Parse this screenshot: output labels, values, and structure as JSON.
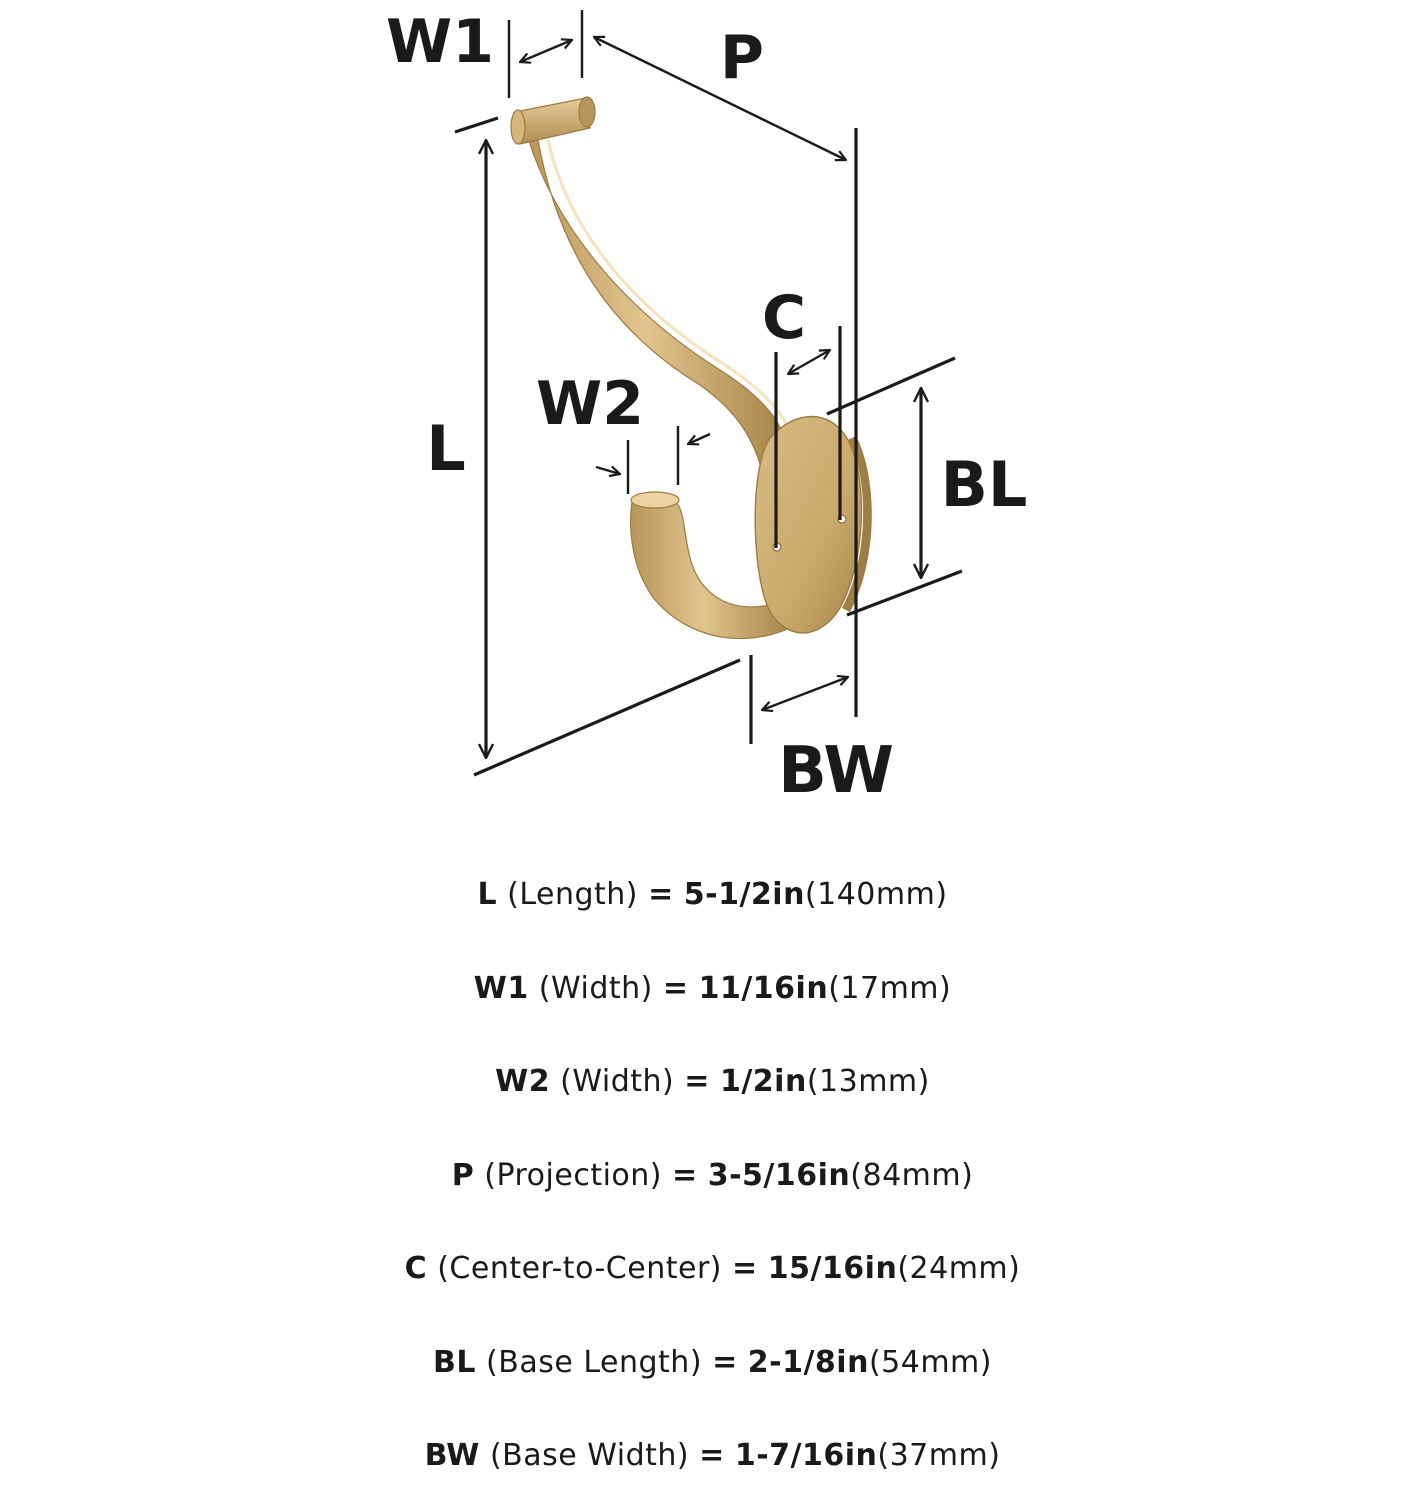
{
  "diagram": {
    "product": "coat-hook",
    "finish_color": "#c9a96b",
    "labels": {
      "w1": "W1",
      "p": "P",
      "c": "C",
      "w2": "W2",
      "l": "L",
      "bl": "BL",
      "bw": "BW"
    }
  },
  "specs": [
    {
      "code": "L",
      "name": "(Length)",
      "eq": "=",
      "inches": "5-1/2in",
      "mm": "(140mm)"
    },
    {
      "code": "W1",
      "name": "(Width)",
      "eq": "=",
      "inches": "11/16in",
      "mm": "(17mm)"
    },
    {
      "code": "W2",
      "name": "(Width)",
      "eq": "=",
      "inches": "1/2in",
      "mm": "(13mm)"
    },
    {
      "code": "P",
      "name": "(Projection)",
      "eq": "=",
      "inches": "3-5/16in",
      "mm": "(84mm)"
    },
    {
      "code": "C",
      "name": "(Center-to-Center)",
      "eq": "=",
      "inches": "15/16in",
      "mm": "(24mm)"
    },
    {
      "code": "BL",
      "name": "(Base Length)",
      "eq": "=",
      "inches": "2-1/8in",
      "mm": "(54mm)"
    },
    {
      "code": "BW",
      "name": "(Base Width)",
      "eq": "=",
      "inches": "1-7/16in",
      "mm": "(37mm)"
    }
  ]
}
